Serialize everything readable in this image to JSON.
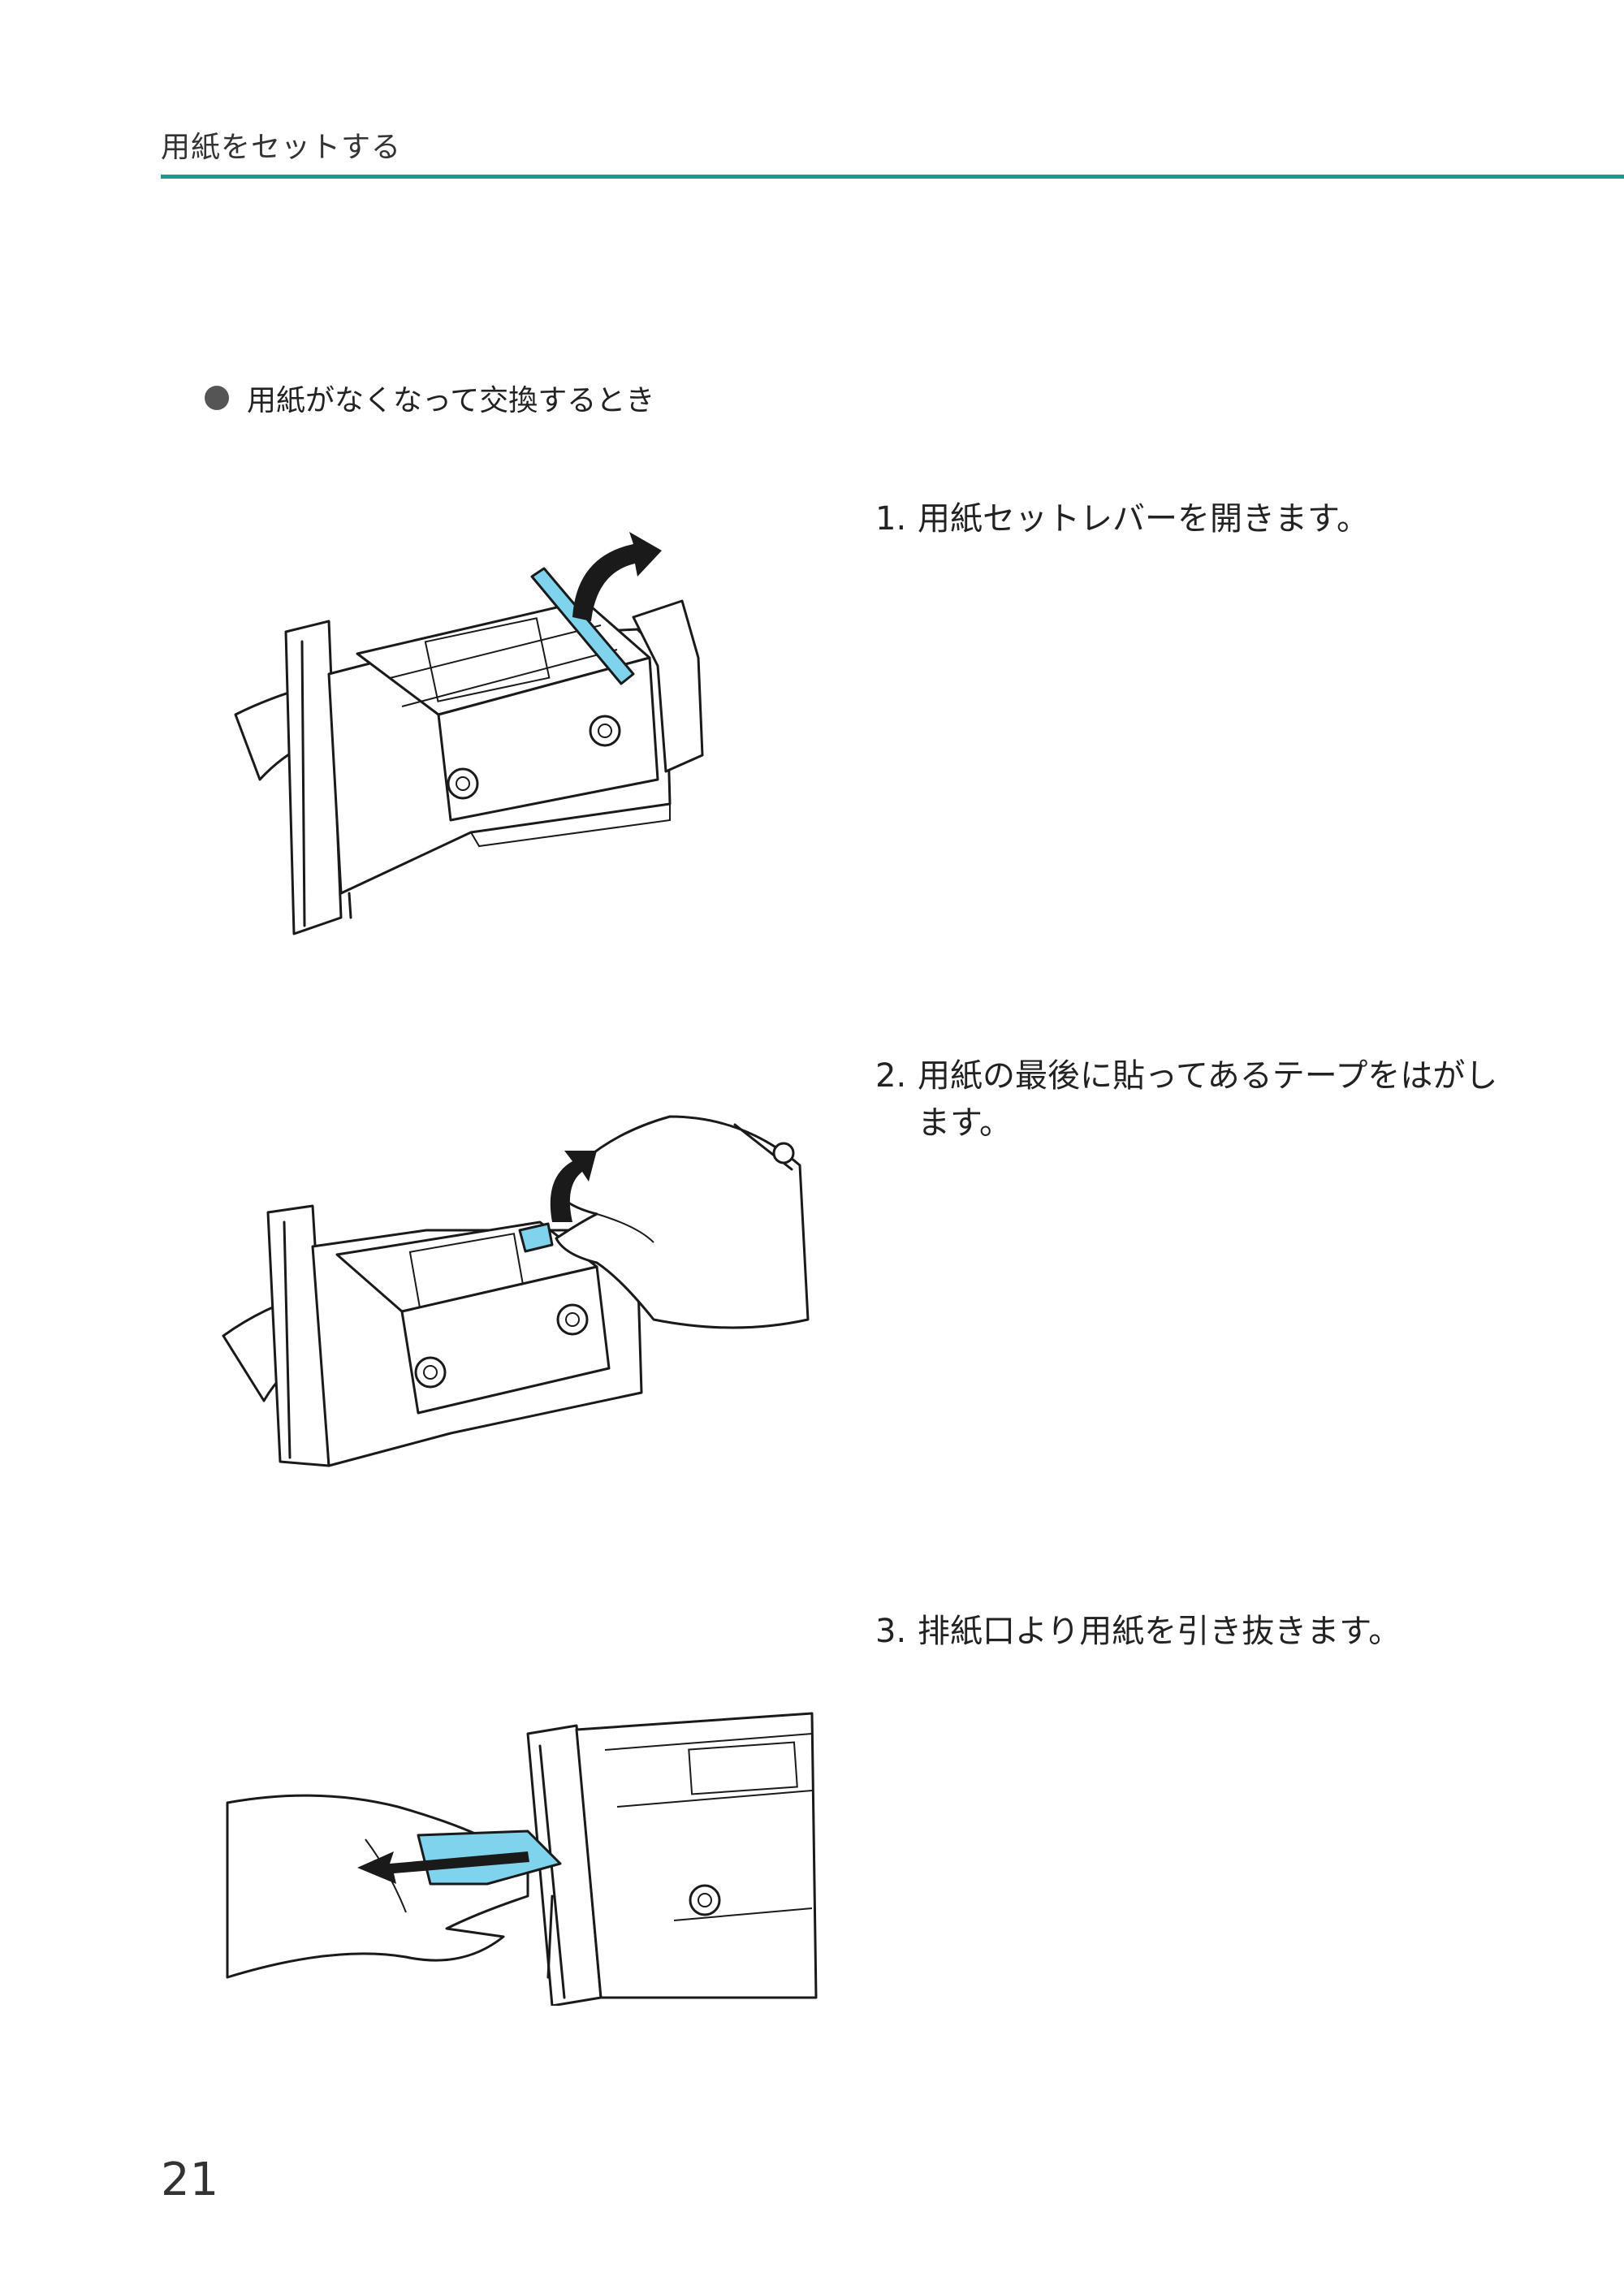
{
  "header": {
    "title": "用紙をセットする"
  },
  "section": {
    "title": "用紙がなくなって交換するとき"
  },
  "steps": [
    {
      "number": "1.",
      "text": "用紙セットレバーを開きます。"
    },
    {
      "number": "2.",
      "text": "用紙の最後に貼ってあるテープをはがします。"
    },
    {
      "number": "3.",
      "text": "排紙口より用紙を引き抜きます。"
    }
  ],
  "colors": {
    "accent": "#1a9a8e",
    "highlight": "#7fd3ec"
  },
  "footer": {
    "page_number": "21"
  }
}
